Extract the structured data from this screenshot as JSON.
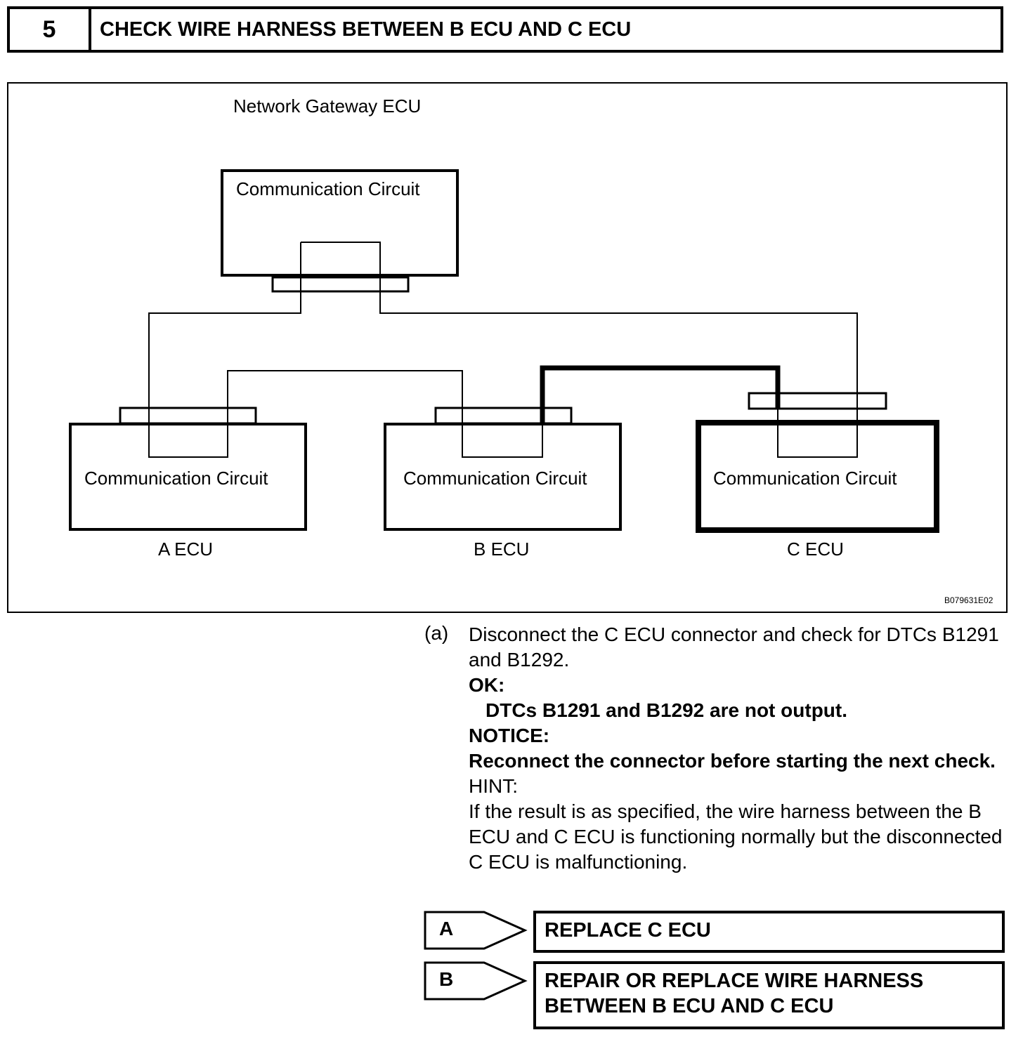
{
  "step": {
    "number": "5",
    "title": "CHECK WIRE HARNESS BETWEEN B ECU AND C ECU"
  },
  "diagram": {
    "gateway_label": "Network Gateway ECU",
    "gateway_circuit": "Communication Circuit",
    "ecus": [
      {
        "circuit": "Communication Circuit",
        "label": "A ECU"
      },
      {
        "circuit": "Communication Circuit",
        "label": "B ECU"
      },
      {
        "circuit": "Communication Circuit",
        "label": "C ECU"
      }
    ],
    "figure_code": "B079631E02"
  },
  "instruction": {
    "step_label": "(a)",
    "text": "Disconnect the C ECU connector and check for DTCs B1291 and B1292.",
    "ok_label": "OK:",
    "ok_text": "DTCs B1291 and B1292 are not output.",
    "notice_label": "NOTICE:",
    "notice_text": "Reconnect the connector before starting the next check.",
    "hint_label": "HINT:",
    "hint_text": "If the result is as specified, the wire harness between the B ECU and C ECU is functioning normally but the disconnected C ECU is malfunctioning."
  },
  "results": [
    {
      "letter": "A",
      "action": "REPLACE C ECU"
    },
    {
      "letter": "B",
      "action": "REPAIR OR REPLACE WIRE HARNESS BETWEEN B ECU AND C ECU"
    }
  ]
}
